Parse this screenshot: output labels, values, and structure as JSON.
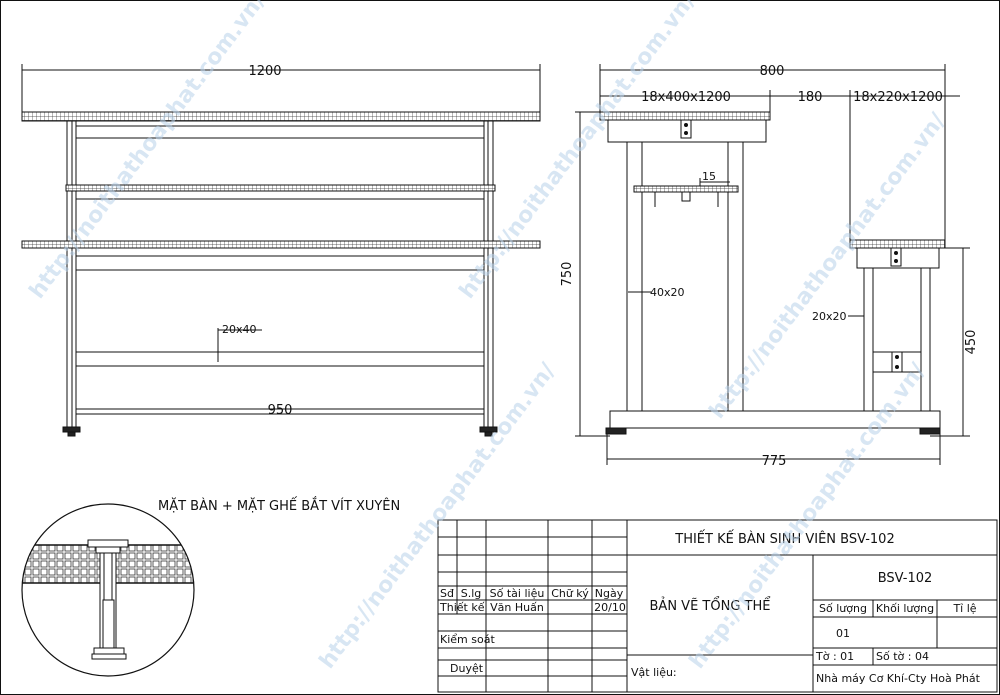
{
  "watermark": "http://noithathoaphat.com.vn/",
  "front_view": {
    "dim_total_width": "1200",
    "dim_inner_width": "950",
    "dim_frame": "20x40"
  },
  "side_view": {
    "dim_total_depth": "800",
    "dim_desk_top": "18x400x1200",
    "dim_gap": "180",
    "dim_seat_top": "18x220x1200",
    "dim_shelf": "15",
    "dim_height": "750",
    "dim_leg": "40x20",
    "dim_seat_leg": "20x20",
    "dim_seat_height": "450",
    "dim_base": "775"
  },
  "detail": {
    "caption": "MẶT BÀN + MẶT GHẾ BẮT VÍT XUYÊN"
  },
  "title_block": {
    "title": "THIẾT KẾ BÀN SINH VIÊN BSV-102",
    "drawing_type": "BẢN VẼ TỔNG THỂ",
    "code": "BSV-102",
    "col_sd": "Sđ",
    "col_slg": "S.lg",
    "col_so_tai_lieu": "Số tài liệu",
    "col_chu_ky": "Chữ ký",
    "col_ngay": "Ngày",
    "row_thiet_ke": "Thiết kế",
    "designer": "Văn Huấn",
    "date": "20/10",
    "row_kiem_soat": "Kiểm soát",
    "row_duyet": "Duyệt",
    "material": "Vật liệu:",
    "label_so_luong": "Số lượng",
    "label_khoi_luong": "Khối lượng",
    "label_ti_le": "Tỉ lệ",
    "quantity": "01",
    "sheet": "Tờ : 01",
    "sheet_count": "Số tờ : 04",
    "company": "Nhà máy Cơ Khí-Cty Hoà Phát"
  }
}
